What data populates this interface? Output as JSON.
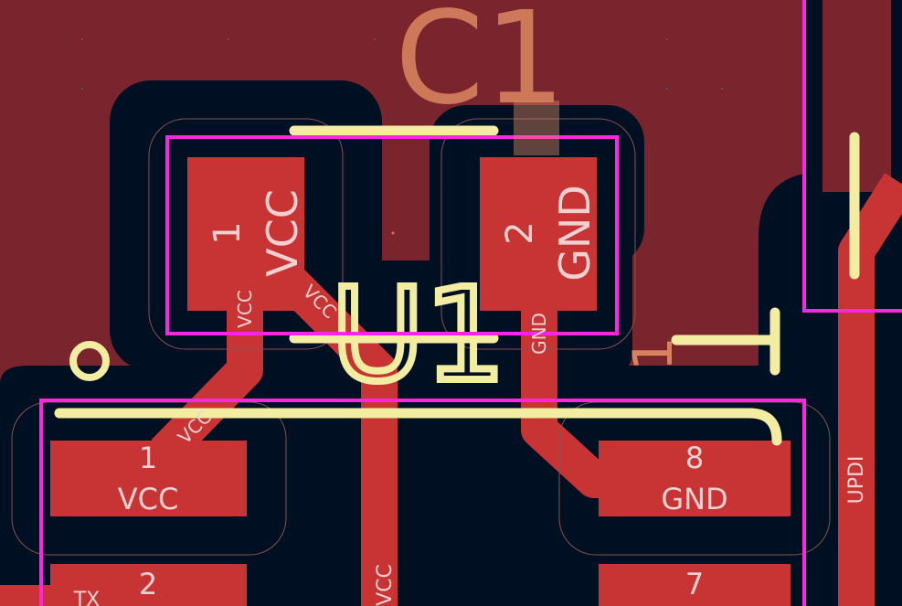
{
  "colors": {
    "background": "#001023",
    "copper_pour": "#7a252d",
    "pad": "#c83434",
    "silkscreen": "#f2eda1",
    "courtyard": "#ff26e2",
    "fab": "#d8825f",
    "text_on_copper": "#f0d0d0"
  },
  "components": {
    "c1": {
      "reference": "C1",
      "pad1": {
        "number": "1",
        "net": "VCC"
      },
      "pad2": {
        "number": "2",
        "net": "GND"
      }
    },
    "u1": {
      "reference": "U1",
      "pin1_marker": "1",
      "pads": [
        {
          "number": "1",
          "net": "VCC"
        },
        {
          "number": "8",
          "net": "GND"
        },
        {
          "number": "2",
          "net": "TX"
        },
        {
          "number": "7",
          "net": ""
        }
      ]
    }
  },
  "traces": {
    "vcc_label_1": "VCC",
    "vcc_label_2": "VCC",
    "vcc_label_3": "VCC",
    "vcc_label_4": "VCC",
    "gnd_label": "GND",
    "updi_label": "UPDI"
  }
}
